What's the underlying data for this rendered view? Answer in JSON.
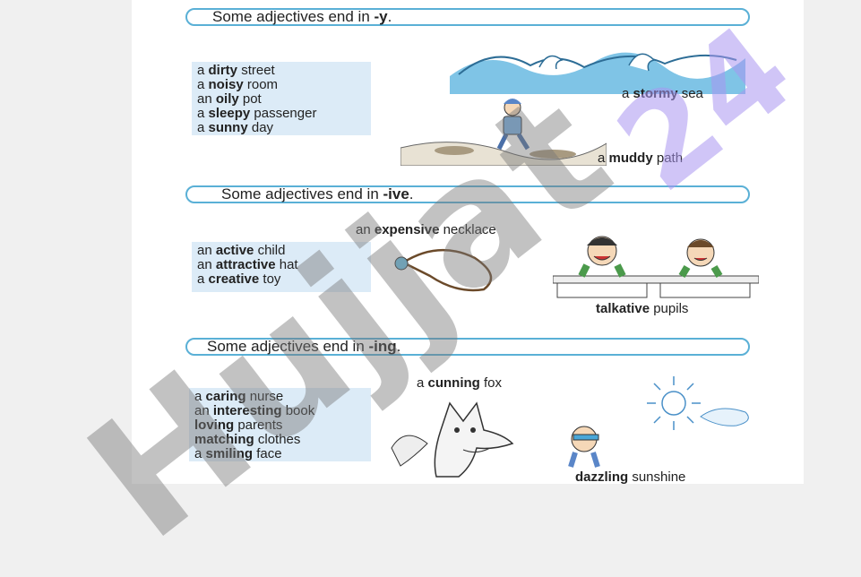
{
  "sections": [
    {
      "heading_prefix": "Some adjectives end in ",
      "heading_suffix": "-y",
      "heading_end": ".",
      "examples": [
        {
          "pre": "a ",
          "adj": "dirty",
          "post": " street"
        },
        {
          "pre": "a ",
          "adj": "noisy",
          "post": " room"
        },
        {
          "pre": "an ",
          "adj": "oily",
          "post": " pot"
        },
        {
          "pre": "a ",
          "adj": "sleepy",
          "post": " passenger"
        },
        {
          "pre": "a ",
          "adj": "sunny",
          "post": " day"
        }
      ],
      "captions": [
        {
          "pre": "a ",
          "adj": "stormy",
          "post": " sea"
        },
        {
          "pre": "a ",
          "adj": "muddy",
          "post": " path"
        }
      ]
    },
    {
      "heading_prefix": "Some adjectives end in ",
      "heading_suffix": "-ive",
      "heading_end": ".",
      "examples": [
        {
          "pre": "an ",
          "adj": "active",
          "post": " child"
        },
        {
          "pre": "an ",
          "adj": "attractive",
          "post": " hat"
        },
        {
          "pre": "a ",
          "adj": "creative",
          "post": " toy"
        }
      ],
      "captions": [
        {
          "pre": "an ",
          "adj": "expensive",
          "post": " necklace"
        },
        {
          "pre": "",
          "adj": "talkative",
          "post": " pupils"
        }
      ]
    },
    {
      "heading_prefix": "Some adjectives end in ",
      "heading_suffix": "-ing",
      "heading_end": ".",
      "examples": [
        {
          "pre": "a ",
          "adj": "caring",
          "post": " nurse"
        },
        {
          "pre": "an ",
          "adj": "interesting",
          "post": " book"
        },
        {
          "pre": "",
          "adj": "loving",
          "post": " parents"
        },
        {
          "pre": "",
          "adj": "matching",
          "post": " clothes"
        },
        {
          "pre": "a ",
          "adj": "smiling",
          "post": " face"
        }
      ],
      "captions": [
        {
          "pre": "a ",
          "adj": "cunning",
          "post": " fox"
        },
        {
          "pre": "",
          "adj": "dazzling",
          "post": " sunshine"
        }
      ]
    }
  ],
  "watermark": {
    "main": "Hujjat",
    "accent": "24"
  },
  "colors": {
    "heading_border": "#5ab0d6",
    "example_bg": "#dcebf7"
  }
}
